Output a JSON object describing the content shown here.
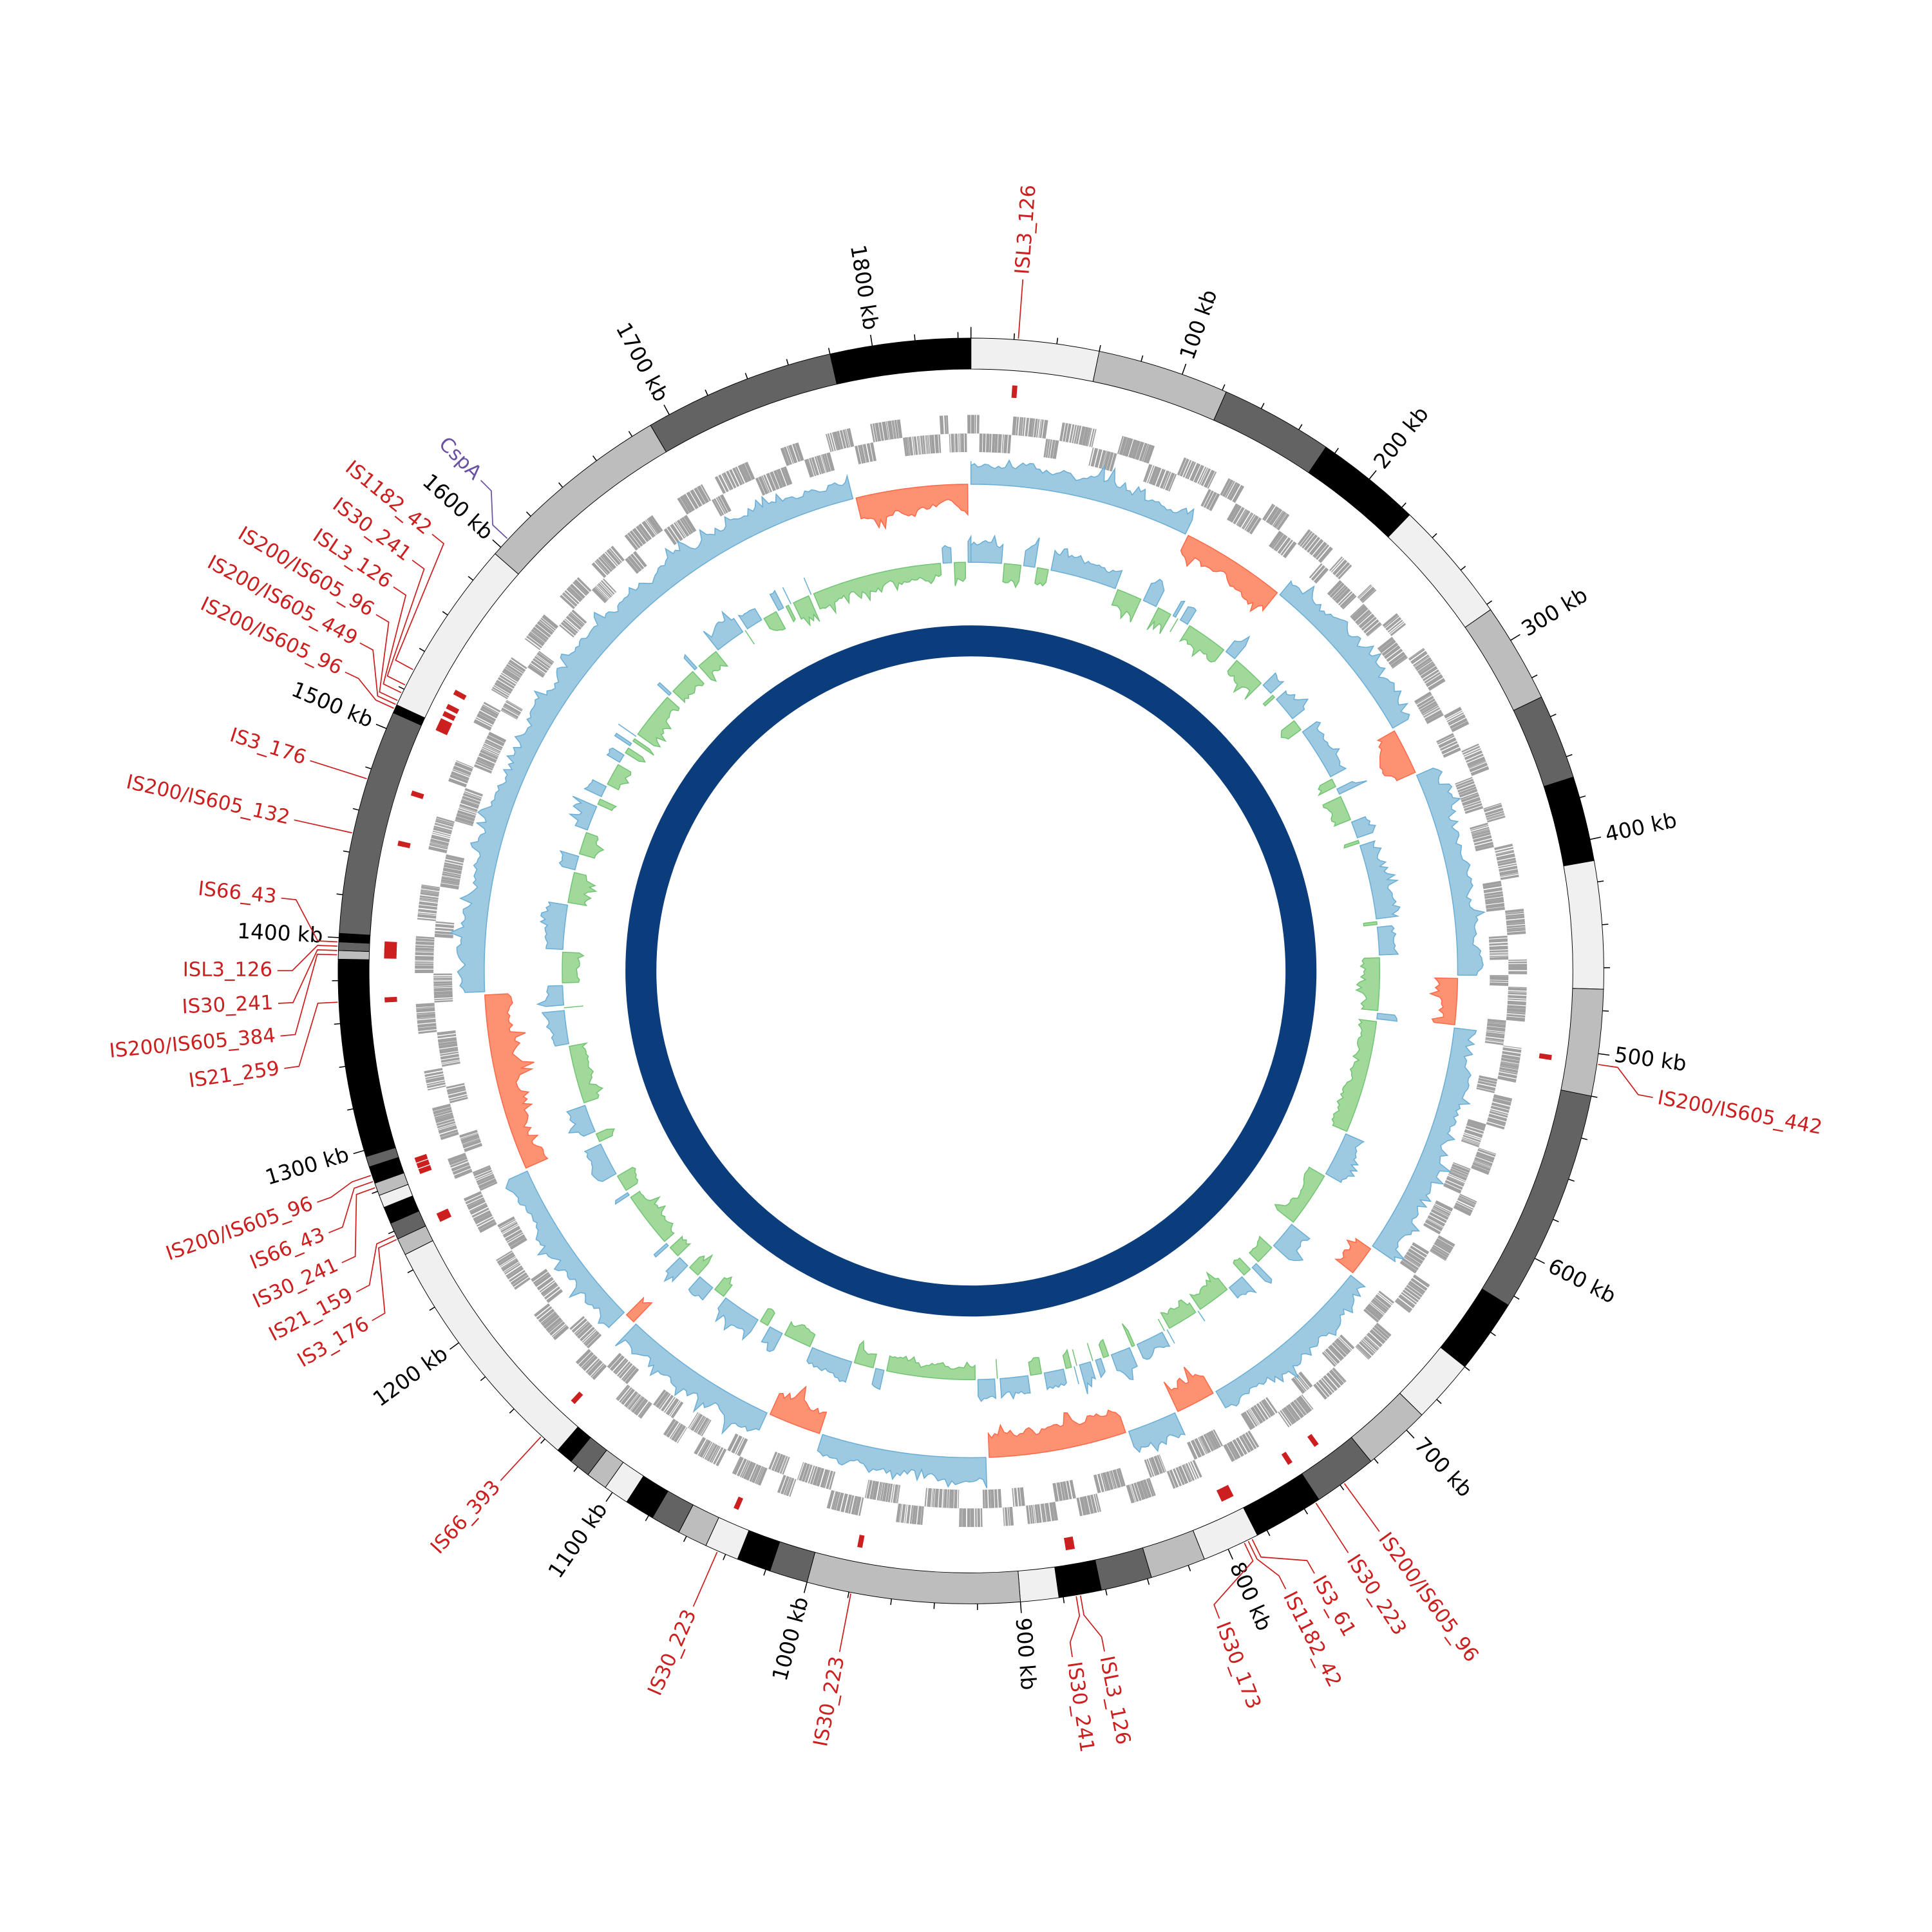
{
  "genome": {
    "length_kb": 1846
  },
  "colors": {
    "is_element": "#cc1f1f",
    "feature": "#6a51a3",
    "gene": "#a0a0a0",
    "skew_positive": "#9ecae1",
    "skew_positive_line": "#6baed6",
    "skew_negative": "#fc9272",
    "skew_negative_line": "#fb6a4a",
    "gc_negative": "#a1d99b",
    "gc_negative_line": "#74c476",
    "inner_ring": "#0b3d7c"
  },
  "ticks": {
    "major_step_kb": 100,
    "minor_step_kb": 20,
    "labels": [
      "100 kb",
      "200 kb",
      "300 kb",
      "400 kb",
      "500 kb",
      "600 kb",
      "700 kb",
      "800 kb",
      "900 kb",
      "1000 kb",
      "1100 kb",
      "1200 kb",
      "1300 kb",
      "1400 kb",
      "1500 kb",
      "1600 kb",
      "1700 kb",
      "1800 kb"
    ]
  },
  "contigs": [
    {
      "start": 0,
      "end": 60,
      "color": "#f0f0f0"
    },
    {
      "start": 60,
      "end": 122,
      "color": "#bdbdbd"
    },
    {
      "start": 122,
      "end": 175,
      "color": "#636363"
    },
    {
      "start": 175,
      "end": 225,
      "color": "#000000"
    },
    {
      "start": 225,
      "end": 283,
      "color": "#f0f0f0"
    },
    {
      "start": 283,
      "end": 330,
      "color": "#bdbdbd"
    },
    {
      "start": 330,
      "end": 370,
      "color": "#636363"
    },
    {
      "start": 370,
      "end": 410,
      "color": "#000000"
    },
    {
      "start": 410,
      "end": 470,
      "color": "#f0f0f0"
    },
    {
      "start": 470,
      "end": 520,
      "color": "#bdbdbd"
    },
    {
      "start": 520,
      "end": 625,
      "color": "#636363"
    },
    {
      "start": 625,
      "end": 660,
      "color": "#000000"
    },
    {
      "start": 660,
      "end": 690,
      "color": "#f0f0f0"
    },
    {
      "start": 690,
      "end": 722,
      "color": "#bdbdbd"
    },
    {
      "start": 722,
      "end": 752,
      "color": "#636363"
    },
    {
      "start": 752,
      "end": 785,
      "color": "#000000"
    },
    {
      "start": 785,
      "end": 812,
      "color": "#f0f0f0"
    },
    {
      "start": 812,
      "end": 838,
      "color": "#bdbdbd"
    },
    {
      "start": 838,
      "end": 862,
      "color": "#636363"
    },
    {
      "start": 862,
      "end": 882,
      "color": "#000000"
    },
    {
      "start": 882,
      "end": 900,
      "color": "#f0f0f0"
    },
    {
      "start": 900,
      "end": 1000,
      "color": "#bdbdbd"
    },
    {
      "start": 1000,
      "end": 1018,
      "color": "#636363"
    },
    {
      "start": 1018,
      "end": 1034,
      "color": "#000000"
    },
    {
      "start": 1034,
      "end": 1050,
      "color": "#f0f0f0"
    },
    {
      "start": 1050,
      "end": 1064,
      "color": "#bdbdbd"
    },
    {
      "start": 1064,
      "end": 1078,
      "color": "#636363"
    },
    {
      "start": 1078,
      "end": 1092,
      "color": "#000000"
    },
    {
      "start": 1092,
      "end": 1104,
      "color": "#f0f0f0"
    },
    {
      "start": 1104,
      "end": 1114,
      "color": "#bdbdbd"
    },
    {
      "start": 1114,
      "end": 1124,
      "color": "#636363"
    },
    {
      "start": 1124,
      "end": 1132,
      "color": "#000000"
    },
    {
      "start": 1132,
      "end": 1248,
      "color": "#f0f0f0"
    },
    {
      "start": 1248,
      "end": 1256,
      "color": "#bdbdbd"
    },
    {
      "start": 1256,
      "end": 1264,
      "color": "#636363"
    },
    {
      "start": 1264,
      "end": 1272,
      "color": "#000000"
    },
    {
      "start": 1272,
      "end": 1278,
      "color": "#f0f0f0"
    },
    {
      "start": 1278,
      "end": 1284,
      "color": "#bdbdbd"
    },
    {
      "start": 1284,
      "end": 1292,
      "color": "#000000"
    },
    {
      "start": 1292,
      "end": 1297,
      "color": "#636363"
    },
    {
      "start": 1297,
      "end": 1390,
      "color": "#000000"
    },
    {
      "start": 1390,
      "end": 1394,
      "color": "#bdbdbd"
    },
    {
      "start": 1394,
      "end": 1398,
      "color": "#636363"
    },
    {
      "start": 1398,
      "end": 1402,
      "color": "#000000"
    },
    {
      "start": 1402,
      "end": 1508,
      "color": "#636363"
    },
    {
      "start": 1508,
      "end": 1512,
      "color": "#000000"
    },
    {
      "start": 1512,
      "end": 1596,
      "color": "#f0f0f0"
    },
    {
      "start": 1596,
      "end": 1690,
      "color": "#bdbdbd"
    },
    {
      "start": 1690,
      "end": 1780,
      "color": "#636363"
    },
    {
      "start": 1780,
      "end": 1846,
      "color": "#000000"
    }
  ],
  "is_elements": [
    {
      "label": "ISL3_126",
      "kb": 22
    },
    {
      "label": "IS200/IS605_442",
      "kb": 505
    },
    {
      "label": "IS200/IS605_96",
      "kb": 738
    },
    {
      "label": "IS30_223",
      "kb": 754
    },
    {
      "label": "IS30_173",
      "kb": 792
    },
    {
      "label": "IS1182_42",
      "kb": 790
    },
    {
      "label": "IS3_61",
      "kb": 788
    },
    {
      "label": "IS30_241",
      "kb": 874
    },
    {
      "label": "ISL3_126",
      "kb": 872
    },
    {
      "label": "IS30_223",
      "kb": 979
    },
    {
      "label": "IS30_223",
      "kb": 1044
    },
    {
      "label": "IS66_393",
      "kb": 1142
    },
    {
      "label": "IS3_176",
      "kb": 1256
    },
    {
      "label": "IS21_159",
      "kb": 1258
    },
    {
      "label": "IS30_241",
      "kb": 1282
    },
    {
      "label": "IS66_43",
      "kb": 1285
    },
    {
      "label": "IS200/IS605_96",
      "kb": 1288
    },
    {
      "label": "IS21_259",
      "kb": 1370
    },
    {
      "label": "IS200/IS605_384",
      "kb": 1392
    },
    {
      "label": "IS30_241",
      "kb": 1394
    },
    {
      "label": "ISL3_126",
      "kb": 1396
    },
    {
      "label": "IS66_43",
      "kb": 1398
    },
    {
      "label": "IS200/IS605_132",
      "kb": 1449
    },
    {
      "label": "IS3_176",
      "kb": 1475
    },
    {
      "label": "IS200/IS605_96",
      "kb": 1510
    },
    {
      "label": "IS200/IS605_449",
      "kb": 1512
    },
    {
      "label": "IS200/IS605_96",
      "kb": 1514
    },
    {
      "label": "ISL3_126",
      "kb": 1518
    },
    {
      "label": "IS30_241",
      "kb": 1522
    },
    {
      "label": "IS1182_42",
      "kb": 1530
    }
  ],
  "features": [
    {
      "label": "CspA",
      "kb": 1605
    }
  ],
  "skew_negative_regions_kb": [
    [
      135,
      202
    ],
    [
      310,
      340
    ],
    [
      465,
      495
    ],
    [
      640,
      660
    ],
    [
      770,
      795
    ],
    [
      828,
      913
    ],
    [
      1015,
      1050
    ],
    [
      1148,
      1156
    ],
    [
      1262,
      1372
    ],
    [
      1775,
      1846
    ]
  ]
}
